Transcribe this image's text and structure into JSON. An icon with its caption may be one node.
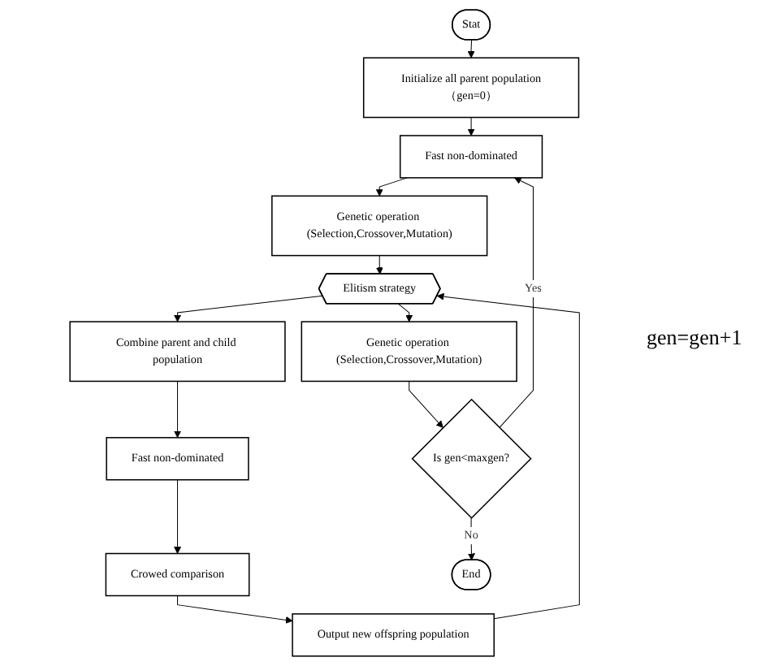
{
  "diagram": {
    "nodes": [
      {
        "text": [
          "Stat"
        ]
      },
      {
        "text": [
          "Initialize all parent population（gen=0）"
        ]
      },
      {
        "text": [
          "Fast non-dominated"
        ]
      },
      {
        "text": [
          "Genetic operation (Selection,Crossover,Mutation)"
        ]
      },
      {
        "text": [
          "Combine parent and child population"
        ]
      },
      {
        "text": [
          "Fast non-dominated"
        ]
      },
      {
        "text": [
          "Crowed comparison"
        ]
      },
      {
        "text": [
          "Output new offspring population"
        ]
      },
      {
        "text": [
          "Elitism strategy"
        ]
      },
      {
        "text": [
          "Genetic operation (Selection,Crossover,Mutation)"
        ]
      },
      {
        "text": [
          "Is gen<maxgen?"
        ]
      },
      {
        "text": [
          "End"
        ]
      }
    ],
    "edges": [
      {
        "from": 0,
        "to": 1,
        "arrow": "to"
      },
      {
        "from": 1,
        "to": 2,
        "arrow": "to"
      },
      {
        "from": 2,
        "to": 3,
        "arrow": "to"
      },
      {
        "from": 3,
        "to": 8,
        "arrow": "to"
      },
      {
        "from": 8,
        "to": 4,
        "arrow": "to"
      },
      {
        "from": 4,
        "to": 5,
        "arrow": "to"
      },
      {
        "from": 5,
        "to": 6,
        "arrow": "to"
      },
      {
        "from": 6,
        "to": 7,
        "arrow": "to"
      },
      {
        "from": 7,
        "to": 8,
        "arrow": "to"
      },
      {
        "from": 8,
        "to": 9,
        "arrow": "to"
      },
      {
        "from": 9,
        "to": 10,
        "arrow": "to"
      },
      {
        "from": 10,
        "to": 2,
        "arrow": "to",
        "label": "Yes"
      },
      {
        "from": 10,
        "to": 11,
        "arrow": "to",
        "label": "No"
      }
    ],
    "labels": [
      "gen=gen+1"
    ]
  }
}
